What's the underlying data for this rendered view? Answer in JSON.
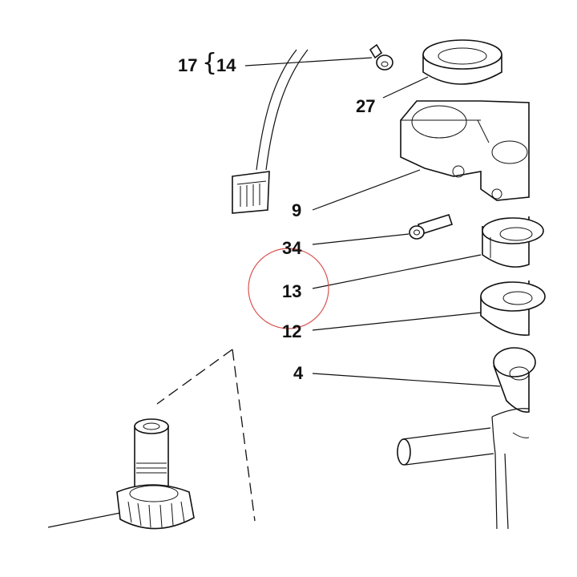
{
  "callouts": {
    "c17": "17",
    "c14": "14",
    "c27": "27",
    "c9": "9",
    "c34": "34",
    "c13": "13",
    "c12": "12",
    "c4": "4"
  },
  "highlight": {
    "target_label": "13",
    "color": "#d9534f"
  },
  "icons": {
    "group_brace": "curly-brace"
  }
}
